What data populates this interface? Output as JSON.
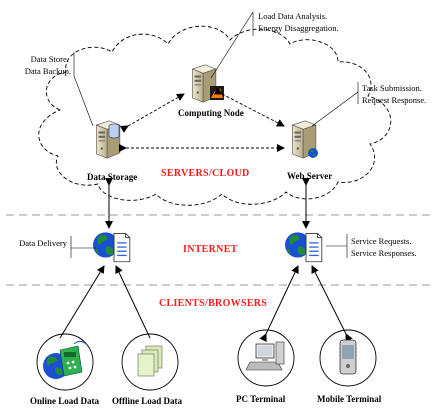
{
  "sections": {
    "cloud": "SERVERS/CLOUD",
    "internet": "INTERNET",
    "clients": "CLIENTS/BROWSERS"
  },
  "nodes": {
    "computing": "Computing Node",
    "storage": "Data Storage",
    "web": "Web Server",
    "online": "Online Load Data",
    "offline": "Offline Load Data",
    "pc": "PC Terminal",
    "mobile": "Mobile Terminal"
  },
  "callouts": {
    "computing": [
      "Load Data Analysis.",
      "Energy Disaggregation."
    ],
    "storage": [
      "Data Store.",
      "Data Backup."
    ],
    "web": [
      "Task Submission.",
      "Request Response."
    ],
    "delivery": [
      "Data Delivery"
    ],
    "service": [
      "Service Requests.",
      "Service Responses."
    ]
  },
  "icons": {
    "server": "server-tower-icon",
    "globe_doc": "globe-document-icon",
    "sensor": "globe-sensor-icon",
    "docs": "document-stack-icon",
    "pc": "desktop-pc-icon",
    "mobile": "mobile-phone-icon"
  },
  "colors": {
    "section_label": "#ff1a1a",
    "globe": "#1f8b3a",
    "ocean": "#1a4fd0",
    "server_body": "#d8cfb0",
    "cloud_stroke": "#000000",
    "divider": "#999999"
  }
}
